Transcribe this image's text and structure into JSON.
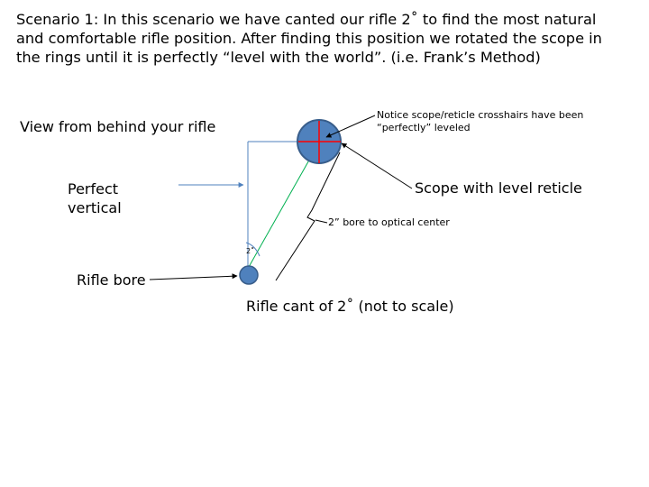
{
  "intro": {
    "line1": "Scenario 1:  In this scenario we have canted our rifle 2˚ to find the most natural",
    "line2": "and comfortable rifle position.  After finding this position we rotated the scope in",
    "line3": "the rings until it is perfectly “level with the world”. (i.e. Frank’s Method)"
  },
  "labels": {
    "view": "View from behind your rifle",
    "perfect_vertical_line1": "Perfect",
    "perfect_vertical_line2": "vertical",
    "scope": "Scope with level reticle",
    "rifle_bore": "Rifle bore",
    "cant": "Rifle cant of 2˚ (not to scale)",
    "notice_line1": "Notice scope/reticle crosshairs have been",
    "notice_line2": "“perfectly” leveled",
    "bore_distance": "2” bore to optical center",
    "angle": "2˚"
  },
  "colors": {
    "circle_fill": "#4f81bd",
    "circle_stroke": "#385d8a",
    "crosshair": "#ff0000",
    "vertical_line": "#4f81bd",
    "bore_line": "#00b050",
    "outline": "#000000"
  }
}
